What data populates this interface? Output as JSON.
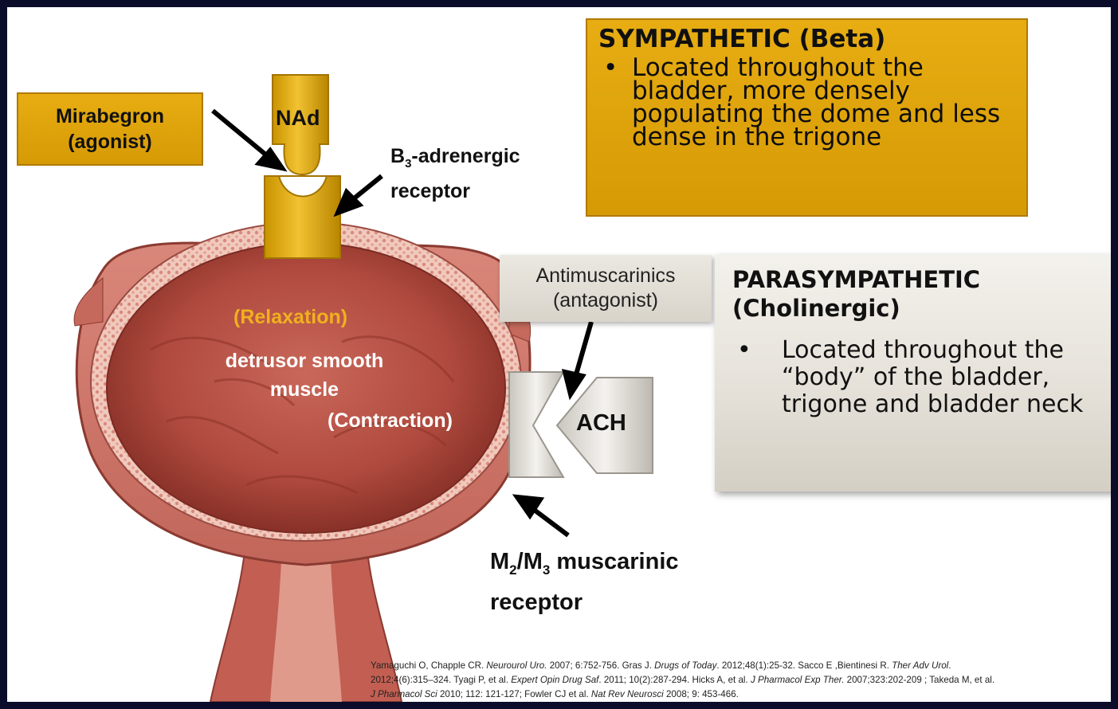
{
  "sympathetic": {
    "title": "SYMPATHETIC (Beta)",
    "bullet": "•",
    "text": "Located throughout the bladder, more densely populating the dome and less dense in the trigone"
  },
  "parasympathetic": {
    "title": "PARASYMPATHETIC (Cholinergic)",
    "bullet": "•",
    "text": "Located throughout the “body” of the bladder, trigone and bladder neck"
  },
  "mirabegron": {
    "line1": "Mirabegron",
    "line2": "(agonist)"
  },
  "nad": "NAd",
  "b3_receptor": {
    "prefix": "B",
    "sub": "3",
    "suffix": "-adrenergic",
    "line2": "receptor"
  },
  "antimuscarinics": {
    "line1": "Antimuscarinics",
    "line2": "(antagonist)"
  },
  "ach": "ACH",
  "m_receptor": {
    "m2": "M",
    "sub2": "2",
    "slash": "/M",
    "sub3": "3",
    "suffix": " muscarinic",
    "line2": "receptor"
  },
  "bladder": {
    "relaxation": "(Relaxation)",
    "detrusor_line1": "detrusor smooth",
    "detrusor_line2": "muscle",
    "contraction": "(Contraction)"
  },
  "citation": {
    "parts": [
      "Yamaguchi O, Chapple CR. ",
      "Neurourol Uro.",
      " 2007; 6:752-756. Gras J. ",
      "Drugs of Today",
      ". 2012;48(1):25-32. Sacco E ,Bientinesi R. ",
      "Ther Adv Urol",
      ".",
      "2012;4(6):315–324. Tyagi P, et al. ",
      "Expert Opin Drug Saf",
      ". 2011; 10(2):287-294. Hicks A, et al. ",
      "J Pharmacol Exp Ther.",
      " 2007;323:202-209 ; Takeda M, et al.",
      "J Pharmacol Sci",
      " 2010; 112: 121-127; Fowler CJ et al. ",
      "Nat Rev Neurosci",
      " 2008; 9: 453-466."
    ]
  },
  "colors": {
    "gold": "#d69a05",
    "grey_box": "#e6e2da",
    "frame": "#0b0b2a",
    "relaxation_text": "#f0b020"
  }
}
